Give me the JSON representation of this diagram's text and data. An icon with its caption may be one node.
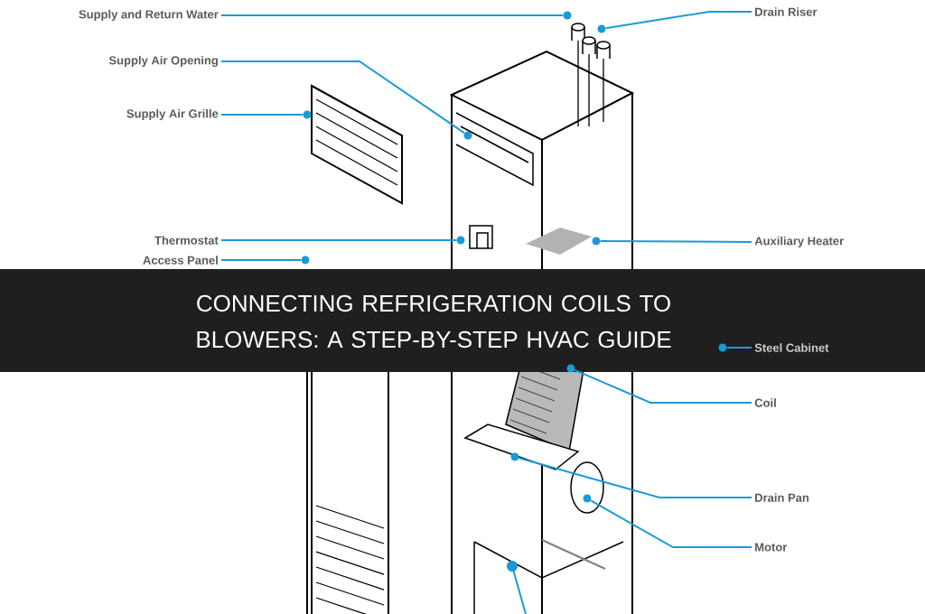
{
  "diagram": {
    "title": "CONNECTING REFRIGERATION COILS TO BLOWERS: A STEP-BY-STEP HVAC GUIDE",
    "nodes": [
      {
        "text": [
          "Supply and Return Water"
        ]
      },
      {
        "text": [
          "Drain Riser"
        ]
      },
      {
        "text": [
          "Supply Air Opening"
        ]
      },
      {
        "text": [
          "Supply Air Grille"
        ]
      },
      {
        "text": [
          "Thermostat"
        ]
      },
      {
        "text": [
          "Auxiliary Heater"
        ]
      },
      {
        "text": [
          "Access Panel"
        ]
      },
      {
        "text": [
          "Steel Cabinet"
        ]
      },
      {
        "text": [
          "Coil"
        ]
      },
      {
        "text": [
          "Drain Pan"
        ]
      },
      {
        "text": [
          "Motor"
        ]
      },
      {
        "text": [],
        "shape": "circle"
      },
      {
        "text": [],
        "shape": "circle"
      },
      {
        "text": [],
        "shape": "circle"
      },
      {
        "text": [],
        "shape": "circle"
      },
      {
        "text": [],
        "shape": "circle"
      },
      {
        "text": [],
        "shape": "circle"
      },
      {
        "text": [],
        "shape": "circle"
      },
      {
        "text": [],
        "shape": "circle"
      },
      {
        "text": [],
        "shape": "circle"
      },
      {
        "text": [],
        "shape": "circle"
      },
      {
        "text": [],
        "shape": "circle"
      }
    ],
    "edges": [
      {
        "from": 0,
        "to": 11,
        "arrow": "none"
      },
      {
        "from": 1,
        "to": 12,
        "arrow": "none"
      },
      {
        "from": 2,
        "to": 13,
        "arrow": "none"
      },
      {
        "from": 3,
        "to": 14,
        "arrow": "none"
      },
      {
        "from": 4,
        "to": 15,
        "arrow": "none"
      },
      {
        "from": 5,
        "to": 16,
        "arrow": "none"
      },
      {
        "from": 6,
        "to": 17,
        "arrow": "none"
      },
      {
        "from": 7,
        "to": 18,
        "arrow": "none"
      },
      {
        "from": 8,
        "to": 19,
        "arrow": "none"
      },
      {
        "from": 9,
        "to": 20,
        "arrow": "none"
      },
      {
        "from": 10,
        "to": 21,
        "arrow": "none"
      }
    ]
  }
}
